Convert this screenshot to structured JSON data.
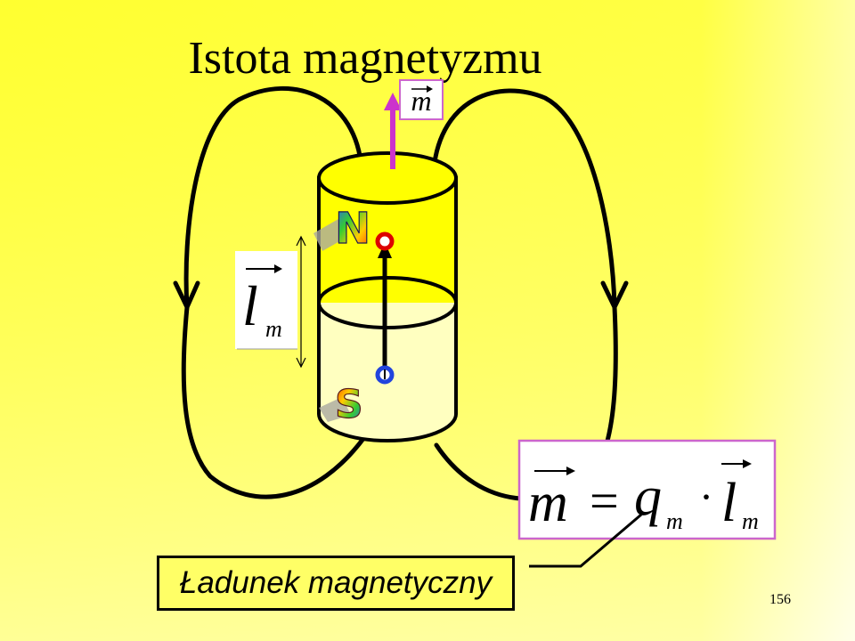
{
  "title": "Istota magnetyzmu",
  "poles": {
    "north": "N",
    "south": "S"
  },
  "moment_label": {
    "symbol": "m"
  },
  "length_label": {
    "symbol": "l",
    "subscript": "m"
  },
  "formula": {
    "lhs": "m",
    "eq": "=",
    "q": "q",
    "q_sub": "m",
    "dot": "·",
    "l": "l",
    "l_sub": "m"
  },
  "charge_label": "Ładunek magnetyczny",
  "page_number": "156",
  "colors": {
    "background_left": "#ffff44",
    "background_right": "#ffffd8",
    "cylinder_top": "#ffff00",
    "moment_arrow": "#cc33cc",
    "box_border": "#cc66cc",
    "north_charge": "#dd0000",
    "south_charge": "#2244dd"
  }
}
